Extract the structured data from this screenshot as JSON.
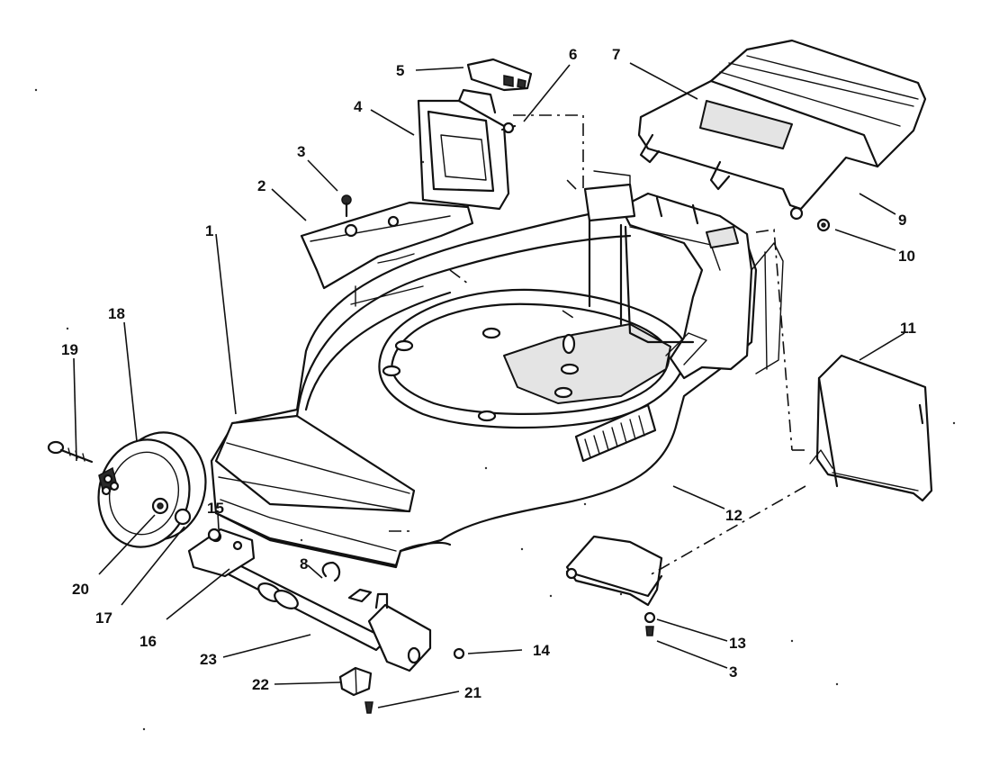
{
  "callouts": [
    {
      "id": "c1",
      "text": "1"
    },
    {
      "id": "c2",
      "text": "2"
    },
    {
      "id": "c3",
      "text": "3"
    },
    {
      "id": "c4",
      "text": "4"
    },
    {
      "id": "c5",
      "text": "5"
    },
    {
      "id": "c6",
      "text": "6"
    },
    {
      "id": "c7",
      "text": "7"
    },
    {
      "id": "c8",
      "text": "8"
    },
    {
      "id": "c9",
      "text": "9"
    },
    {
      "id": "c10",
      "text": "10"
    },
    {
      "id": "c11",
      "text": "11"
    },
    {
      "id": "c12",
      "text": "12"
    },
    {
      "id": "c13",
      "text": "13"
    },
    {
      "id": "c3b",
      "text": "3"
    },
    {
      "id": "c14",
      "text": "14"
    },
    {
      "id": "c15",
      "text": "15"
    },
    {
      "id": "c16",
      "text": "16"
    },
    {
      "id": "c17",
      "text": "17"
    },
    {
      "id": "c18",
      "text": "18"
    },
    {
      "id": "c19",
      "text": "19"
    },
    {
      "id": "c20",
      "text": "20"
    },
    {
      "id": "c21",
      "text": "21"
    },
    {
      "id": "c22",
      "text": "22"
    },
    {
      "id": "c23",
      "text": "23"
    }
  ]
}
